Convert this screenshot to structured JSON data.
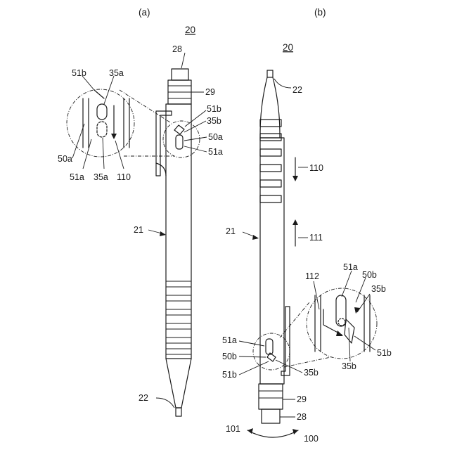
{
  "views": {
    "a": {
      "panel_label": "(a)",
      "assembly_ref": "20",
      "labels": {
        "knock": "28",
        "ring": "29",
        "guide_upper": "51b",
        "guide_lower": "51a",
        "pin": "35b",
        "groove": "50a",
        "detail_guide_upper": "51b",
        "detail_pin_top": "35a",
        "detail_groove": "50a",
        "detail_guide_lower": "51a",
        "detail_pin_bottom": "35a",
        "direction": "110",
        "barrel": "21",
        "tip": "22"
      }
    },
    "b": {
      "panel_label": "(b)",
      "assembly_ref": "20",
      "labels": {
        "tip": "22",
        "direction_down": "110",
        "barrel": "21",
        "direction_up": "111",
        "path": "112",
        "detail_guide_lower": "51a",
        "detail_groove": "50b",
        "detail_pin_top": "35b",
        "detail_guide_upper": "51b",
        "detail_pin_bottom": "35b",
        "guide_lower": "51a",
        "groove": "50b",
        "guide_upper": "51b",
        "pin": "35b",
        "ring": "29",
        "knock": "28",
        "rotation_a": "101",
        "rotation_b": "100"
      }
    }
  }
}
